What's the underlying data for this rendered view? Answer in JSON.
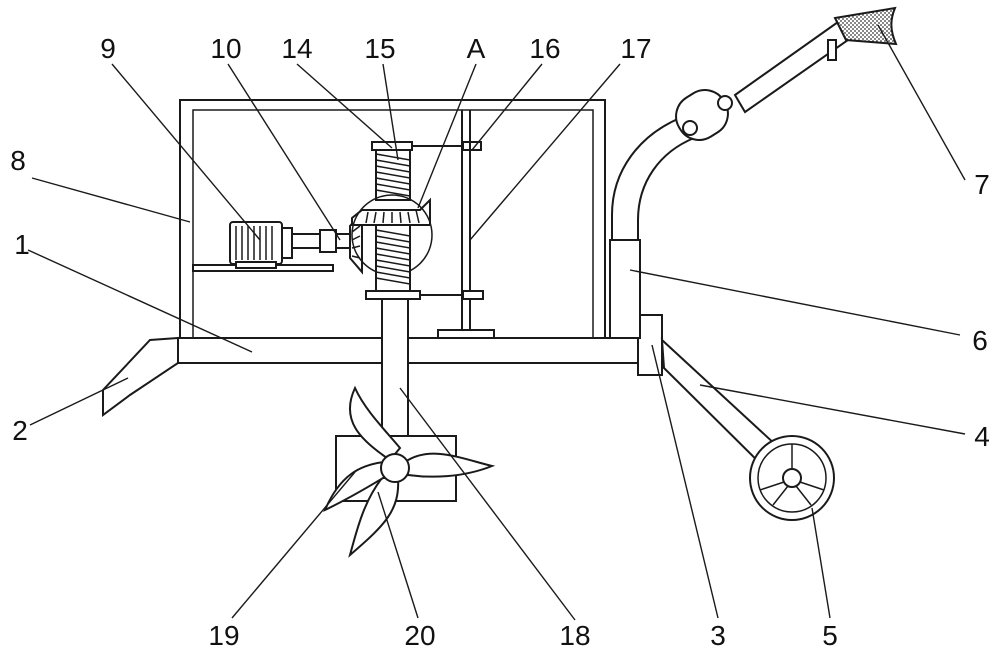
{
  "labels": {
    "l1": "1",
    "l2": "2",
    "l3": "3",
    "l4": "4",
    "l5": "5",
    "l6": "6",
    "l7": "7",
    "l8": "8",
    "l9": "9",
    "l10": "10",
    "l14": "14",
    "l15": "15",
    "lA": "A",
    "l16": "16",
    "l17": "17",
    "l18": "18",
    "l19": "19",
    "l20": "20"
  },
  "colors": {
    "line": "#1a1a1a",
    "background": "#ffffff"
  }
}
